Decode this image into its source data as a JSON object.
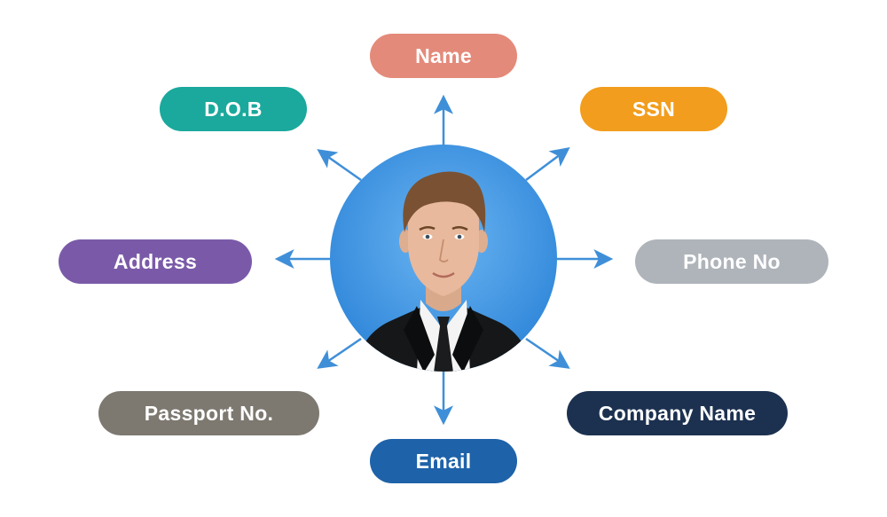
{
  "diagram": {
    "center": {
      "icon": "business-person-portrait-icon",
      "circle_color": "#3f95e3"
    },
    "arrow_color": "#3f8fd8",
    "nodes": [
      {
        "id": "name",
        "label": "Name",
        "color": "#e48a7a"
      },
      {
        "id": "dob",
        "label": "D.O.B",
        "color": "#1aa99c"
      },
      {
        "id": "ssn",
        "label": "SSN",
        "color": "#f29d1d"
      },
      {
        "id": "address",
        "label": "Address",
        "color": "#7a5aa8"
      },
      {
        "id": "phone",
        "label": "Phone No",
        "color": "#aeb4ba"
      },
      {
        "id": "passport",
        "label": "Passport No.",
        "color": "#7d7870"
      },
      {
        "id": "company",
        "label": "Company Name",
        "color": "#1c3150"
      },
      {
        "id": "email",
        "label": "Email",
        "color": "#1e62a9"
      }
    ]
  }
}
